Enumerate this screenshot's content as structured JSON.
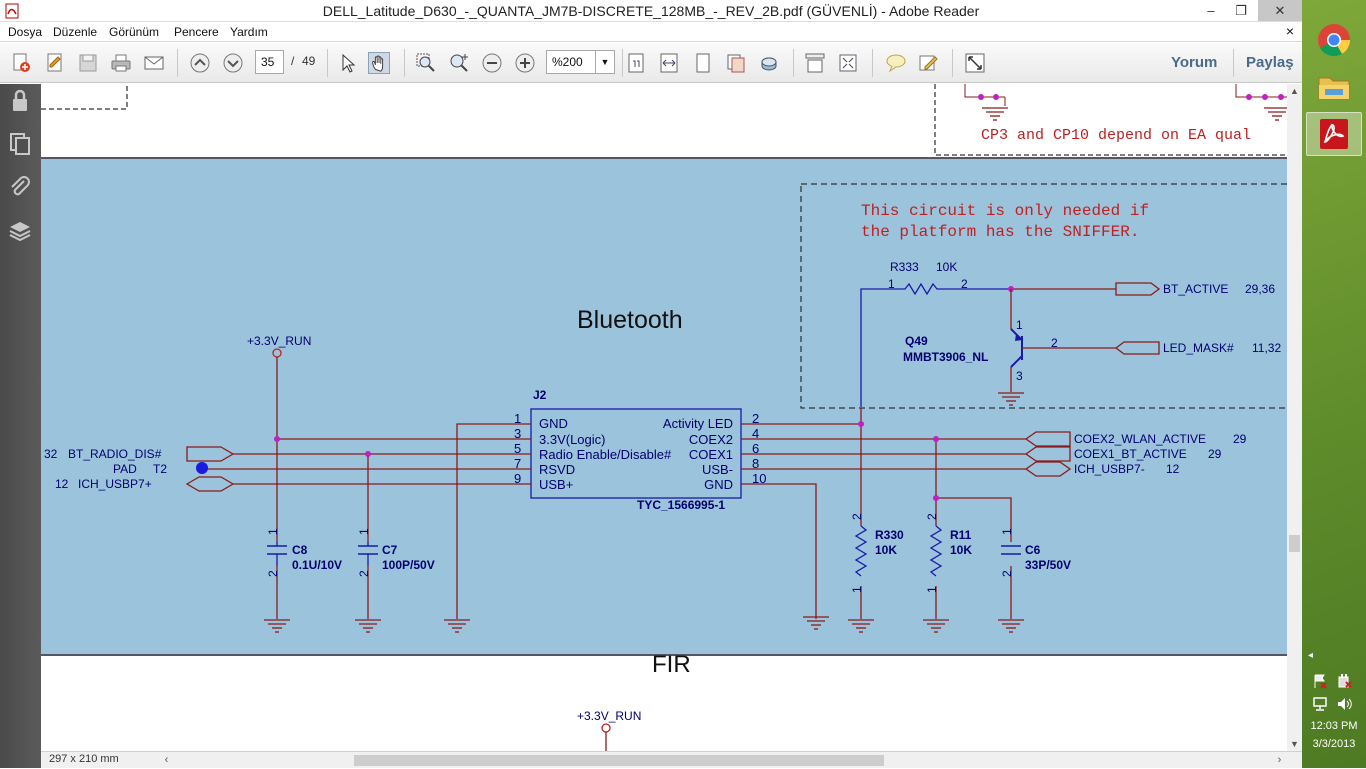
{
  "window": {
    "title": "DELL_Latitude_D630_-_QUANTA_JM7B-DISCRETE_128MB_-_REV_2B.pdf (GÜVENLİ) - Adobe Reader",
    "minimize": "–",
    "restore": "❐",
    "close": "✕"
  },
  "menu": {
    "items": [
      "Dosya",
      "Düzenle",
      "Görünüm",
      "Pencere",
      "Yardım"
    ],
    "close": "×"
  },
  "toolbar": {
    "page_current": "35",
    "page_separator": "/",
    "page_total": "49",
    "zoom_value": "%200",
    "comment_label": "Yorum",
    "share_label": "Paylaş",
    "icons": [
      "create-icon",
      "edit-icon",
      "save-icon",
      "print-icon",
      "email-icon",
      "page-up-icon",
      "page-down-icon",
      "select-tool-icon",
      "hand-tool-icon",
      "marquee-zoom-icon",
      "dynamic-zoom-icon",
      "zoom-out-icon",
      "zoom-in-icon",
      "actual-size-icon",
      "fit-width-icon",
      "fit-page-icon",
      "scrolling-mode-icon",
      "rotate-icon",
      "read-mode-icon",
      "two-page-icon",
      "sticky-note-icon",
      "sign-icon",
      "full-screen-icon"
    ]
  },
  "sidebar": {
    "icons": [
      "lock-icon",
      "pages-icon",
      "attachment-icon",
      "layers-icon"
    ]
  },
  "status": {
    "page_size": "297 x 210 mm"
  },
  "schematic": {
    "top_note": "CP3 and CP10 depend on EA qual",
    "section_title": "Bluetooth",
    "next_section_title": "FIR",
    "power_rail": "+3.3V_RUN",
    "power_rail_bottom": "+3.3V_RUN",
    "sniffer_note_line1": "This circuit is only needed if",
    "sniffer_note_line2": "the platform has the SNIFFER.",
    "r333_ref": "R333",
    "r333_value": "10K",
    "r333_pin1": "1",
    "r333_pin2": "2",
    "bt_active_label": "BT_ACTIVE",
    "bt_active_pages": "29,36",
    "q49_ref": "Q49",
    "q49_part": "MMBT3906_NL",
    "q49_pin1": "1",
    "q49_pin2": "2",
    "q49_pin3": "3",
    "led_mask_label": "LED_MASK#",
    "led_mask_pages": "11,32",
    "j2_ref": "J2",
    "j2_part": "TYC_1566995-1",
    "j2_left_pins": [
      {
        "num": "1",
        "name": "GND"
      },
      {
        "num": "3",
        "name": "3.3V(Logic)"
      },
      {
        "num": "5",
        "name": "Radio Enable/Disable#"
      },
      {
        "num": "7",
        "name": "RSVD"
      },
      {
        "num": "9",
        "name": "USB+"
      }
    ],
    "j2_right_pins": [
      {
        "num": "2",
        "name": "Activity LED"
      },
      {
        "num": "4",
        "name": "COEX2"
      },
      {
        "num": "6",
        "name": "COEX1"
      },
      {
        "num": "8",
        "name": "USB-"
      },
      {
        "num": "10",
        "name": "GND"
      }
    ],
    "bt_radio_page": "32",
    "bt_radio_label": "BT_RADIO_DIS#",
    "pad_label": "PAD",
    "t2_label": "T2",
    "ich_usbp7_page": "12",
    "ich_usbp7_label": "ICH_USBP7+",
    "coex2_label": "COEX2_WLAN_ACTIVE",
    "coex2_page": "29",
    "coex1_label": "COEX1_BT_ACTIVE",
    "coex1_page": "29",
    "ich_usbp7m_label": "ICH_USBP7-",
    "ich_usbp7m_page": "12",
    "c8_ref": "C8",
    "c8_value": "0.1U/10V",
    "c7_ref": "C7",
    "c7_value": "100P/50V",
    "r330_ref": "R330",
    "r330_value": "10K",
    "r11_ref": "R11",
    "r11_value": "10K",
    "c6_ref": "C6",
    "c6_value": "33P/50V",
    "pin_1": "1",
    "pin_2": "2"
  },
  "taskbar": {
    "apps": [
      "chrome-icon",
      "file-explorer-icon",
      "adobe-reader-icon"
    ],
    "expand_arrow": "◂",
    "time": "12:03 PM",
    "date": "3/3/2013"
  },
  "colors": {
    "section_bg": "#9cc3dc",
    "wire": "#8b1a1a",
    "component": "#1a1aa8",
    "text_blue": "#00006e",
    "note_red": "#c02020",
    "taskbar": "#6a9a2e"
  }
}
